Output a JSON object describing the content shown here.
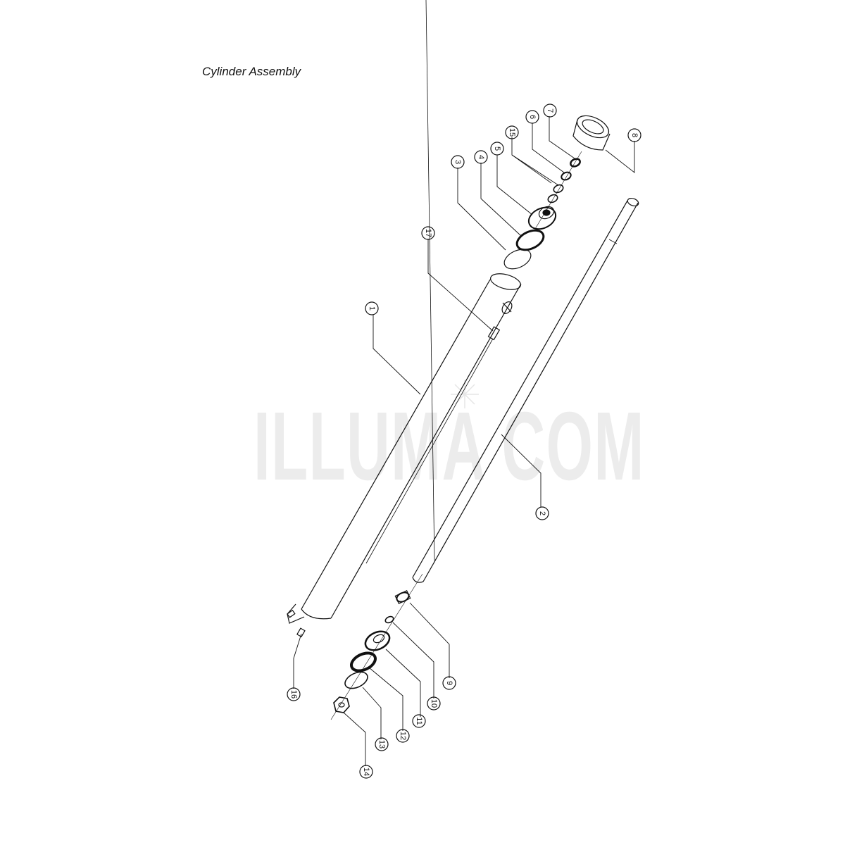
{
  "title": "Cylinder Assembly",
  "watermark": "ILLUMA COM",
  "callouts": [
    {
      "id": "c1",
      "label": "1"
    },
    {
      "id": "c2",
      "label": "2"
    },
    {
      "id": "c3",
      "label": "3"
    },
    {
      "id": "c4",
      "label": "4"
    },
    {
      "id": "c5",
      "label": "5"
    },
    {
      "id": "c6",
      "label": "6"
    },
    {
      "id": "c7",
      "label": "7"
    },
    {
      "id": "c8",
      "label": "8"
    },
    {
      "id": "c9",
      "label": "9"
    },
    {
      "id": "c10",
      "label": "10"
    },
    {
      "id": "c11",
      "label": "11"
    },
    {
      "id": "c12",
      "label": "12"
    },
    {
      "id": "c13",
      "label": "13"
    },
    {
      "id": "c14",
      "label": "14"
    },
    {
      "id": "c15",
      "label": "15"
    },
    {
      "id": "c16",
      "label": "16"
    },
    {
      "id": "c17",
      "label": "17"
    }
  ]
}
